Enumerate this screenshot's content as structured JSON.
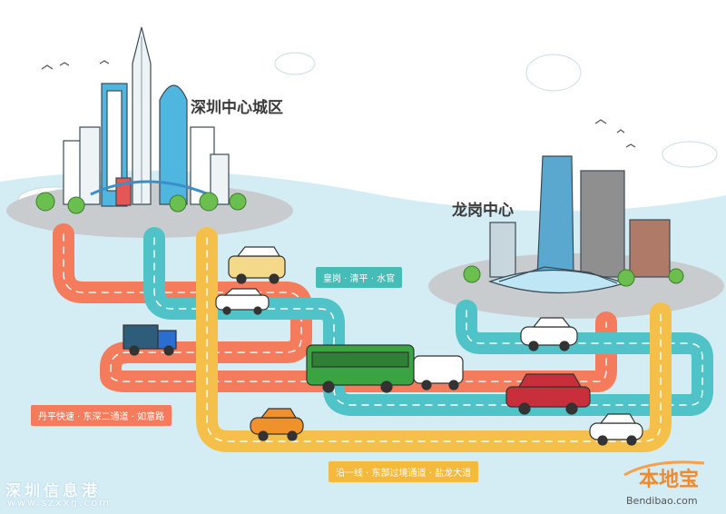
{
  "places": {
    "central": "深圳中心城区",
    "longgang": "龙岗中心"
  },
  "routes": {
    "teal": "皇岗 · 清平 · 水官",
    "orange": "丹平快速 · 东深二通道 · 如意路",
    "yellow": "沿一线 · 东部过境通道 · 盐龙大道"
  },
  "watermark": {
    "text": "深圳信息港",
    "url": "www.szxxg.com"
  },
  "logo": {
    "name": "本地宝",
    "domain": "Bendibao.com"
  },
  "colors": {
    "sky": "#d4ecf4",
    "teal_road": "#4fc3c7",
    "orange_road": "#f47b5c",
    "yellow_road": "#f5c04a",
    "platform": "#c9cccf",
    "teal_label_bg": "#45bcb6",
    "orange_label_bg": "#f47b5c",
    "yellow_label_bg": "#f5b93c"
  }
}
